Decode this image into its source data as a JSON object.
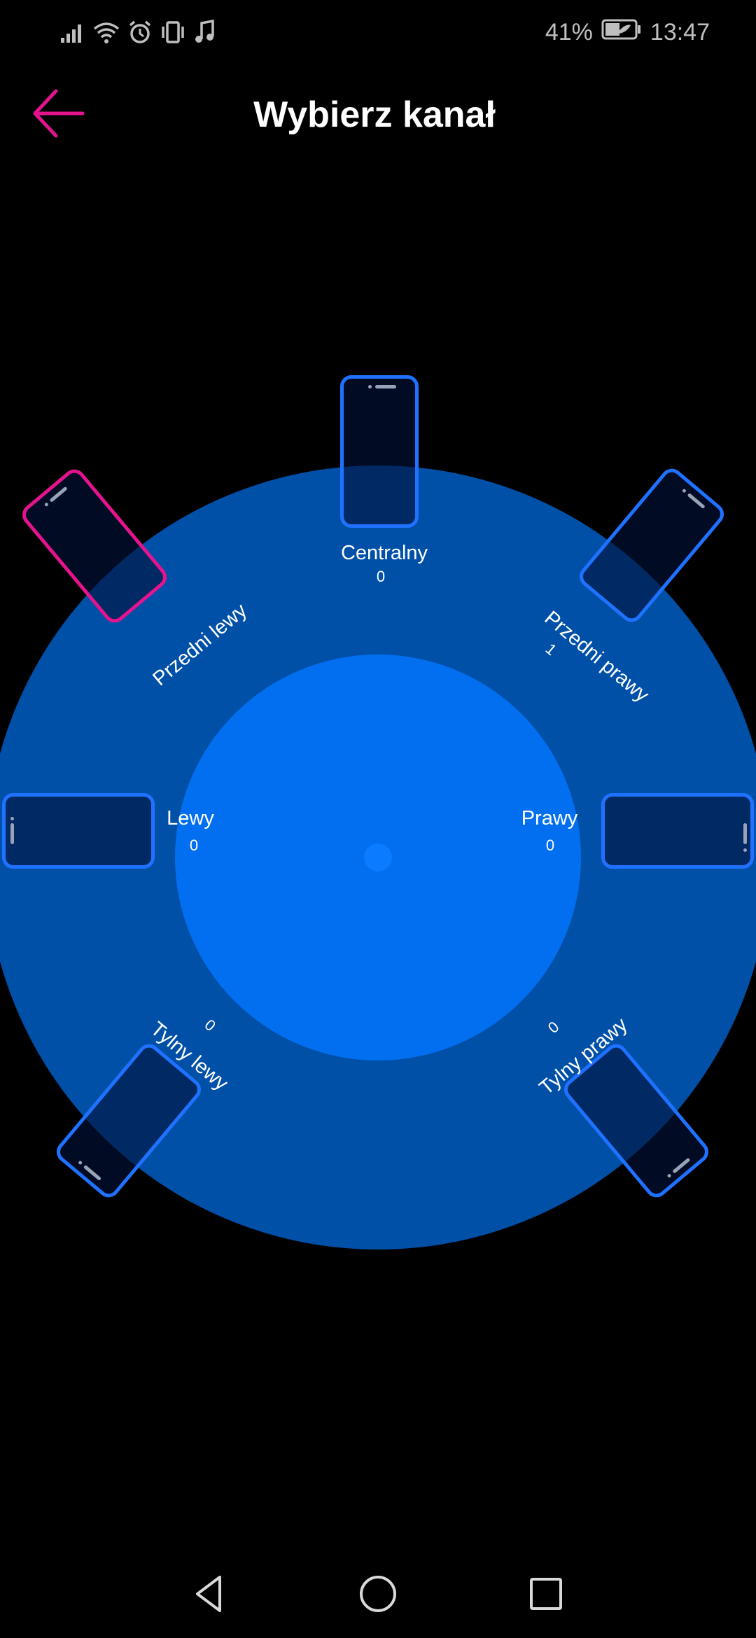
{
  "status_bar": {
    "battery_percent": "41%",
    "time": "13:47",
    "icons": [
      "signal-icon",
      "wifi-icon",
      "alarm-icon",
      "vibrate-icon",
      "music-note-icon",
      "battery-icon"
    ]
  },
  "header": {
    "title": "Wybierz kanał",
    "back_icon": "arrow-left-icon"
  },
  "channels": [
    {
      "id": "centralny",
      "label": "Centralny",
      "count": "0",
      "selected": false
    },
    {
      "id": "przedni-lewy",
      "label": "Przedni lewy",
      "count": "",
      "selected": true
    },
    {
      "id": "przedni-prawy",
      "label": "Przedni prawy",
      "count": "1",
      "selected": false
    },
    {
      "id": "lewy",
      "label": "Lewy",
      "count": "0",
      "selected": false
    },
    {
      "id": "prawy",
      "label": "Prawy",
      "count": "0",
      "selected": false
    },
    {
      "id": "tylny-lewy",
      "label": "Tylny lewy",
      "count": "0",
      "selected": false
    },
    {
      "id": "tylny-prawy",
      "label": "Tylny prawy",
      "count": "0",
      "selected": false
    }
  ],
  "colors": {
    "background": "#000000",
    "outer_ring": "#0150a8",
    "inner_ring": "#026ff0",
    "phone_outline": "#1f72ff",
    "selected_outline": "#e6138e",
    "accent": "#e6138e"
  },
  "nav_bar": {
    "icons": [
      "back-triangle-icon",
      "home-circle-icon",
      "recents-square-icon"
    ]
  }
}
